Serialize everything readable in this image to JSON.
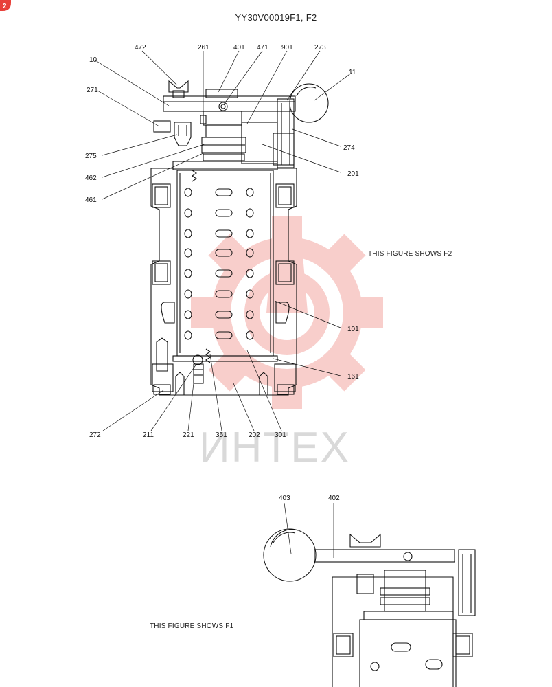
{
  "document": {
    "title": "YY30V00019F1, F2",
    "badge_color": "#e8403a"
  },
  "captions": {
    "f2_note": "THIS FIGURE SHOWS F2",
    "f1_note": "THIS FIGURE SHOWS F1"
  },
  "watermark": {
    "text": "ИНТЕХ",
    "gear_color": "#f7c6c3"
  },
  "callouts_f2": [
    "472",
    "261",
    "401",
    "471",
    "901",
    "273",
    "10",
    "11",
    "271",
    "275",
    "274",
    "462",
    "201",
    "461",
    "101",
    "161",
    "272",
    "211",
    "221",
    "351",
    "202",
    "301"
  ],
  "callouts_f1": [
    "403",
    "402"
  ]
}
